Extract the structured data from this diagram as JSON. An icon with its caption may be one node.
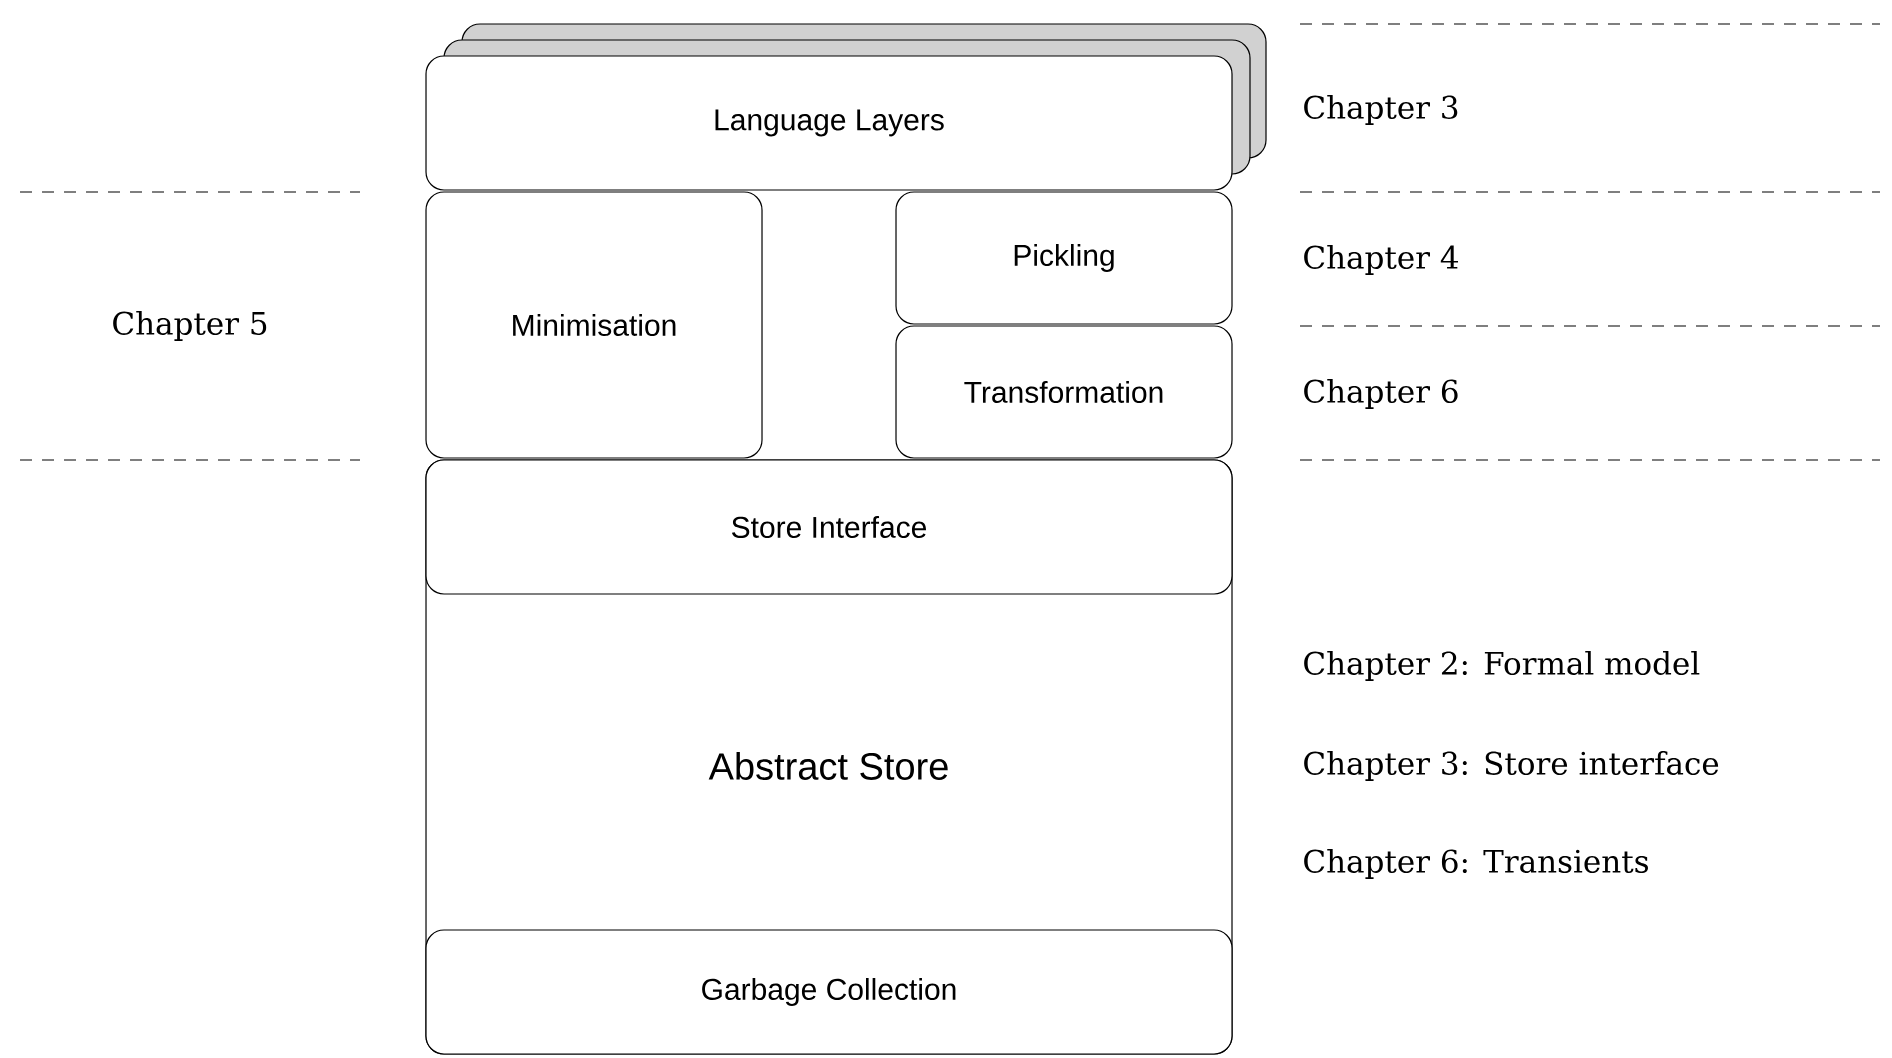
{
  "diagram": {
    "nodes": [
      {
        "text": [
          "Language Layers"
        ]
      },
      {
        "text": [
          "Minimisation"
        ]
      },
      {
        "text": [
          "Pickling"
        ]
      },
      {
        "text": [
          "Transformation"
        ]
      },
      {
        "text": [
          "Abstract Store"
        ]
      },
      {
        "text": [
          "Store Interface"
        ],
        "in": 4
      },
      {
        "text": [
          "Garbage Collection"
        ],
        "in": 4
      }
    ],
    "labels": [
      "Chapter 3",
      "Chapter 4",
      "Chapter 5",
      "Chapter 6",
      "Chapter 2: Formal model",
      "Chapter 3: Store interface",
      "Chapter 6: Transients"
    ]
  }
}
